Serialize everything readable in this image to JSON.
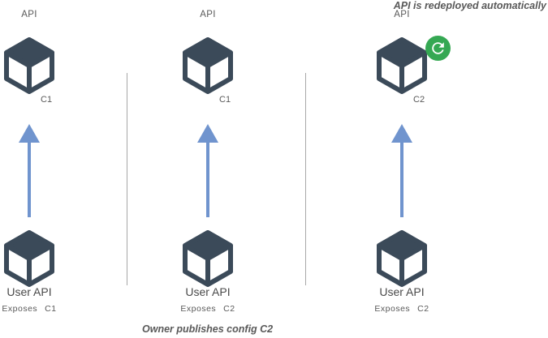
{
  "annotations": {
    "top_right": "API is redeployed automatically",
    "bottom_center": "Owner publishes config C2"
  },
  "panels": [
    {
      "api_label": "API",
      "api_config": "C1",
      "user_api_label": "User API",
      "exposes_label": "Exposes",
      "exposes_config": "C1",
      "redeploy_badge": false
    },
    {
      "api_label": "API",
      "api_config": "C1",
      "user_api_label": "User API",
      "exposes_label": "Exposes",
      "exposes_config": "C2",
      "redeploy_badge": false
    },
    {
      "api_label": "API",
      "api_config": "C2",
      "user_api_label": "User API",
      "exposes_label": "Exposes",
      "exposes_config": "C2",
      "redeploy_badge": true
    }
  ],
  "icons": {
    "cube": "cube-3d-icon",
    "refresh": "circular-refresh-arrow-icon",
    "arrow": "arrow-up-icon"
  },
  "colors": {
    "cube_slate": "#3b4a59",
    "arrow_blue": "#7094ce",
    "refresh_green": "#35a853",
    "divider_gray": "#a8a8a8",
    "label_gray": "#595959"
  }
}
